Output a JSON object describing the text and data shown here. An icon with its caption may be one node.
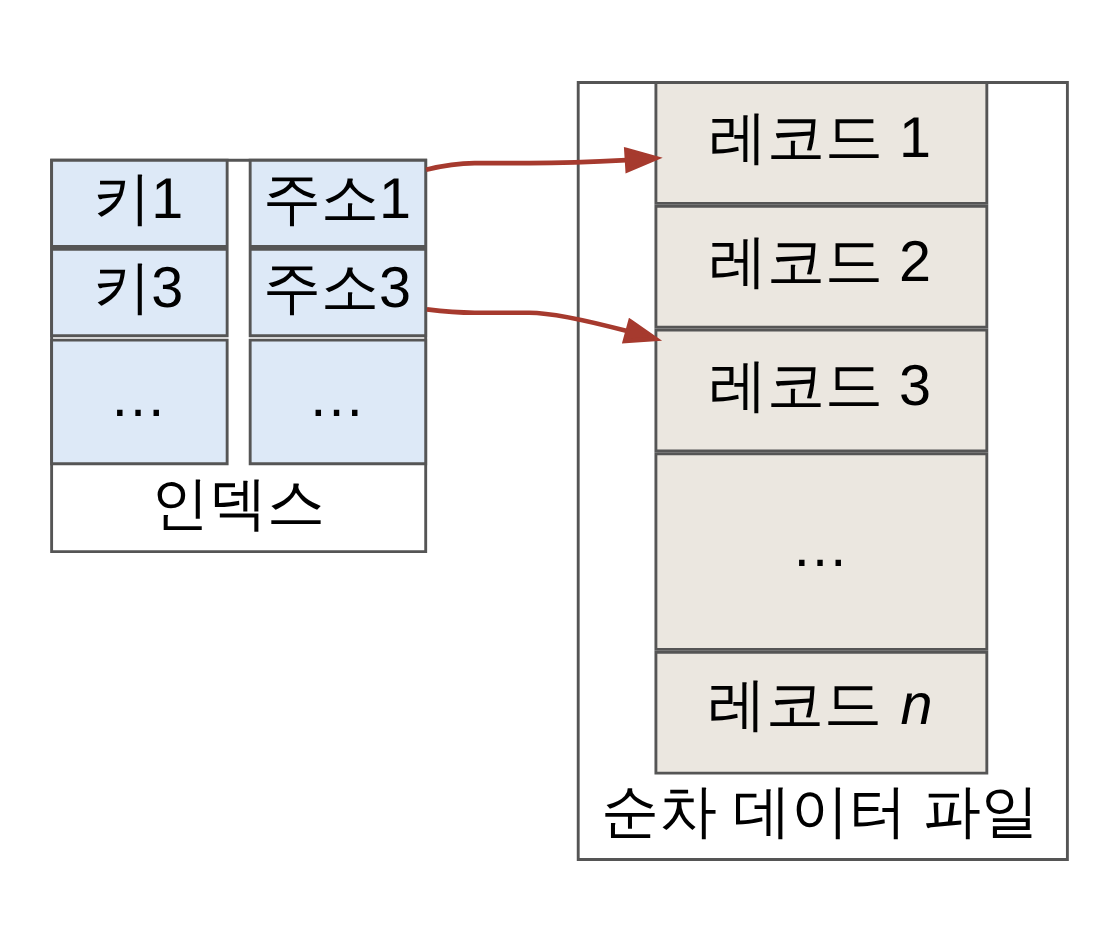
{
  "diagram": {
    "nodes": [
      {
        "text": [
          "인덱스"
        ]
      },
      {
        "text": [
          "키1"
        ],
        "in": 0
      },
      {
        "text": [
          "주소1"
        ],
        "in": 0
      },
      {
        "text": [
          "키3"
        ],
        "in": 0
      },
      {
        "text": [
          "주소3"
        ],
        "in": 0
      },
      {
        "text": [
          "…"
        ],
        "in": 0
      },
      {
        "text": [
          "…"
        ],
        "in": 0
      },
      {
        "text": [
          "순차 데이터 파일"
        ]
      },
      {
        "text": [
          "레코드 1"
        ],
        "in": 7
      },
      {
        "text": [
          "레코드 2"
        ],
        "in": 7
      },
      {
        "text": [
          "레코드 3"
        ],
        "in": 7
      },
      {
        "text": [
          "…"
        ],
        "in": 7
      },
      {
        "text": [
          "레코드 *n*"
        ],
        "in": 7
      }
    ],
    "edges": [
      {
        "from": 2,
        "to": 8,
        "arrow": "to",
        "color": "#a63a2e"
      },
      {
        "from": 4,
        "to": 10,
        "arrow": "to",
        "color": "#a63a2e"
      }
    ]
  }
}
